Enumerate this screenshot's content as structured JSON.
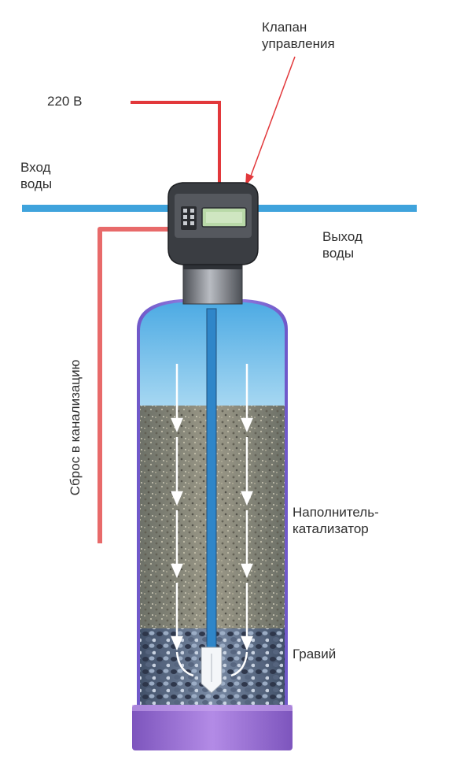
{
  "labels": {
    "control_valve": [
      "Клапан",
      "управления"
    ],
    "voltage": "220 В",
    "water_in": [
      "Вход",
      "воды"
    ],
    "water_out": [
      "Выход",
      "воды"
    ],
    "drain": "Сброс в канализацию",
    "filler": [
      "Наполнитель-",
      "катализатор"
    ],
    "gravel": "Гравий"
  },
  "colors": {
    "water_pipe": "#3fa3dc",
    "power_line": "#e2383b",
    "drain_line": "#e86a6a",
    "tank_shell": "#8a6fd6",
    "tank_base": "#9b6ed4",
    "water": "#7ec4ea",
    "media": "#8d8a78",
    "gravel": "#5a6e86",
    "valve_body": "#3a3d42",
    "display": "#b9d9a8"
  }
}
